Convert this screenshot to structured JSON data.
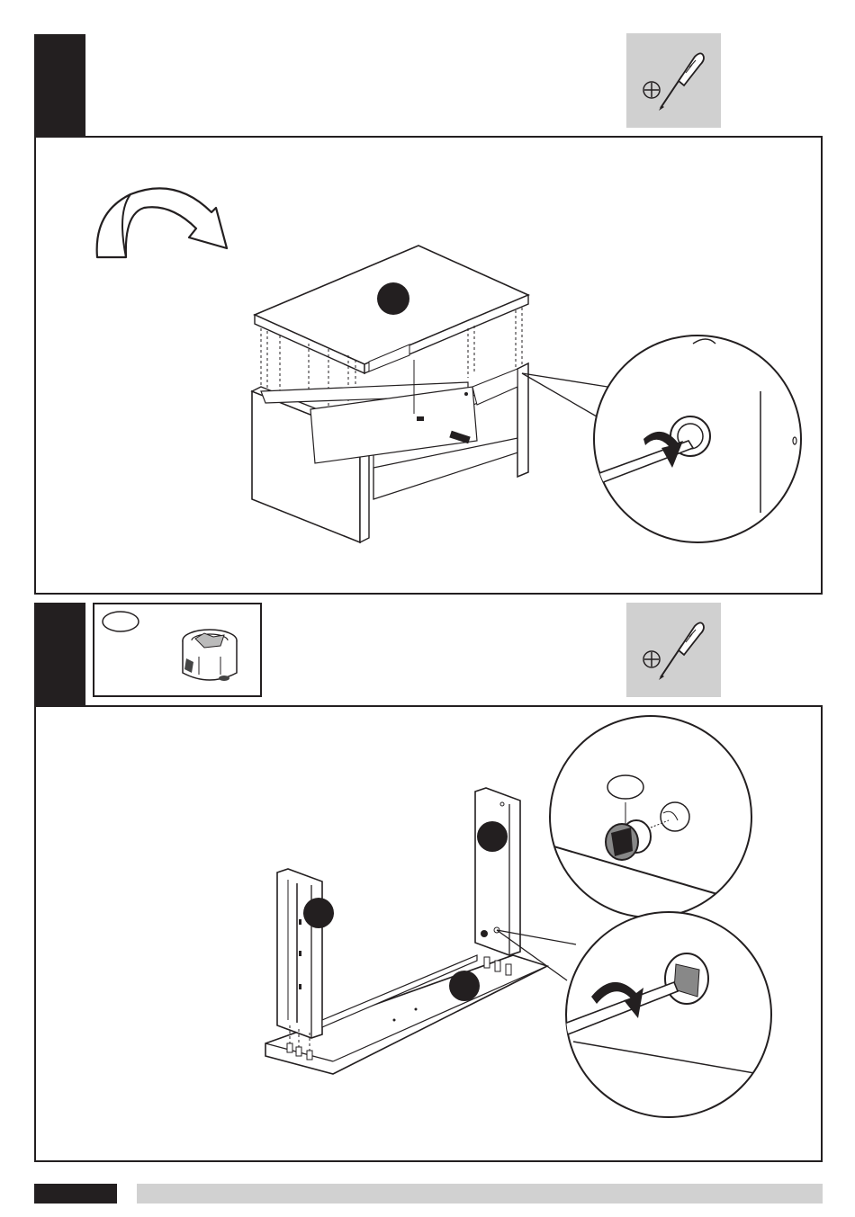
{
  "steps": [
    {
      "tool": "phillips-screwdriver",
      "part_callouts": [
        {
          "part": "top-panel"
        }
      ],
      "action": "rotate-cam-lock-clockwise"
    },
    {
      "hardware": [
        {
          "part": "cam-lock"
        }
      ],
      "tool": "phillips-screwdriver",
      "part_callouts": [
        {
          "part": "left-side-panel"
        },
        {
          "part": "right-side-panel"
        },
        {
          "part": "bottom-panel"
        }
      ],
      "action": "insert-and-rotate-cam-lock"
    }
  ],
  "colors": {
    "ink": "#231f20",
    "tool_background": "#d0d0d0",
    "footer_bar": "#d1d1d1"
  }
}
